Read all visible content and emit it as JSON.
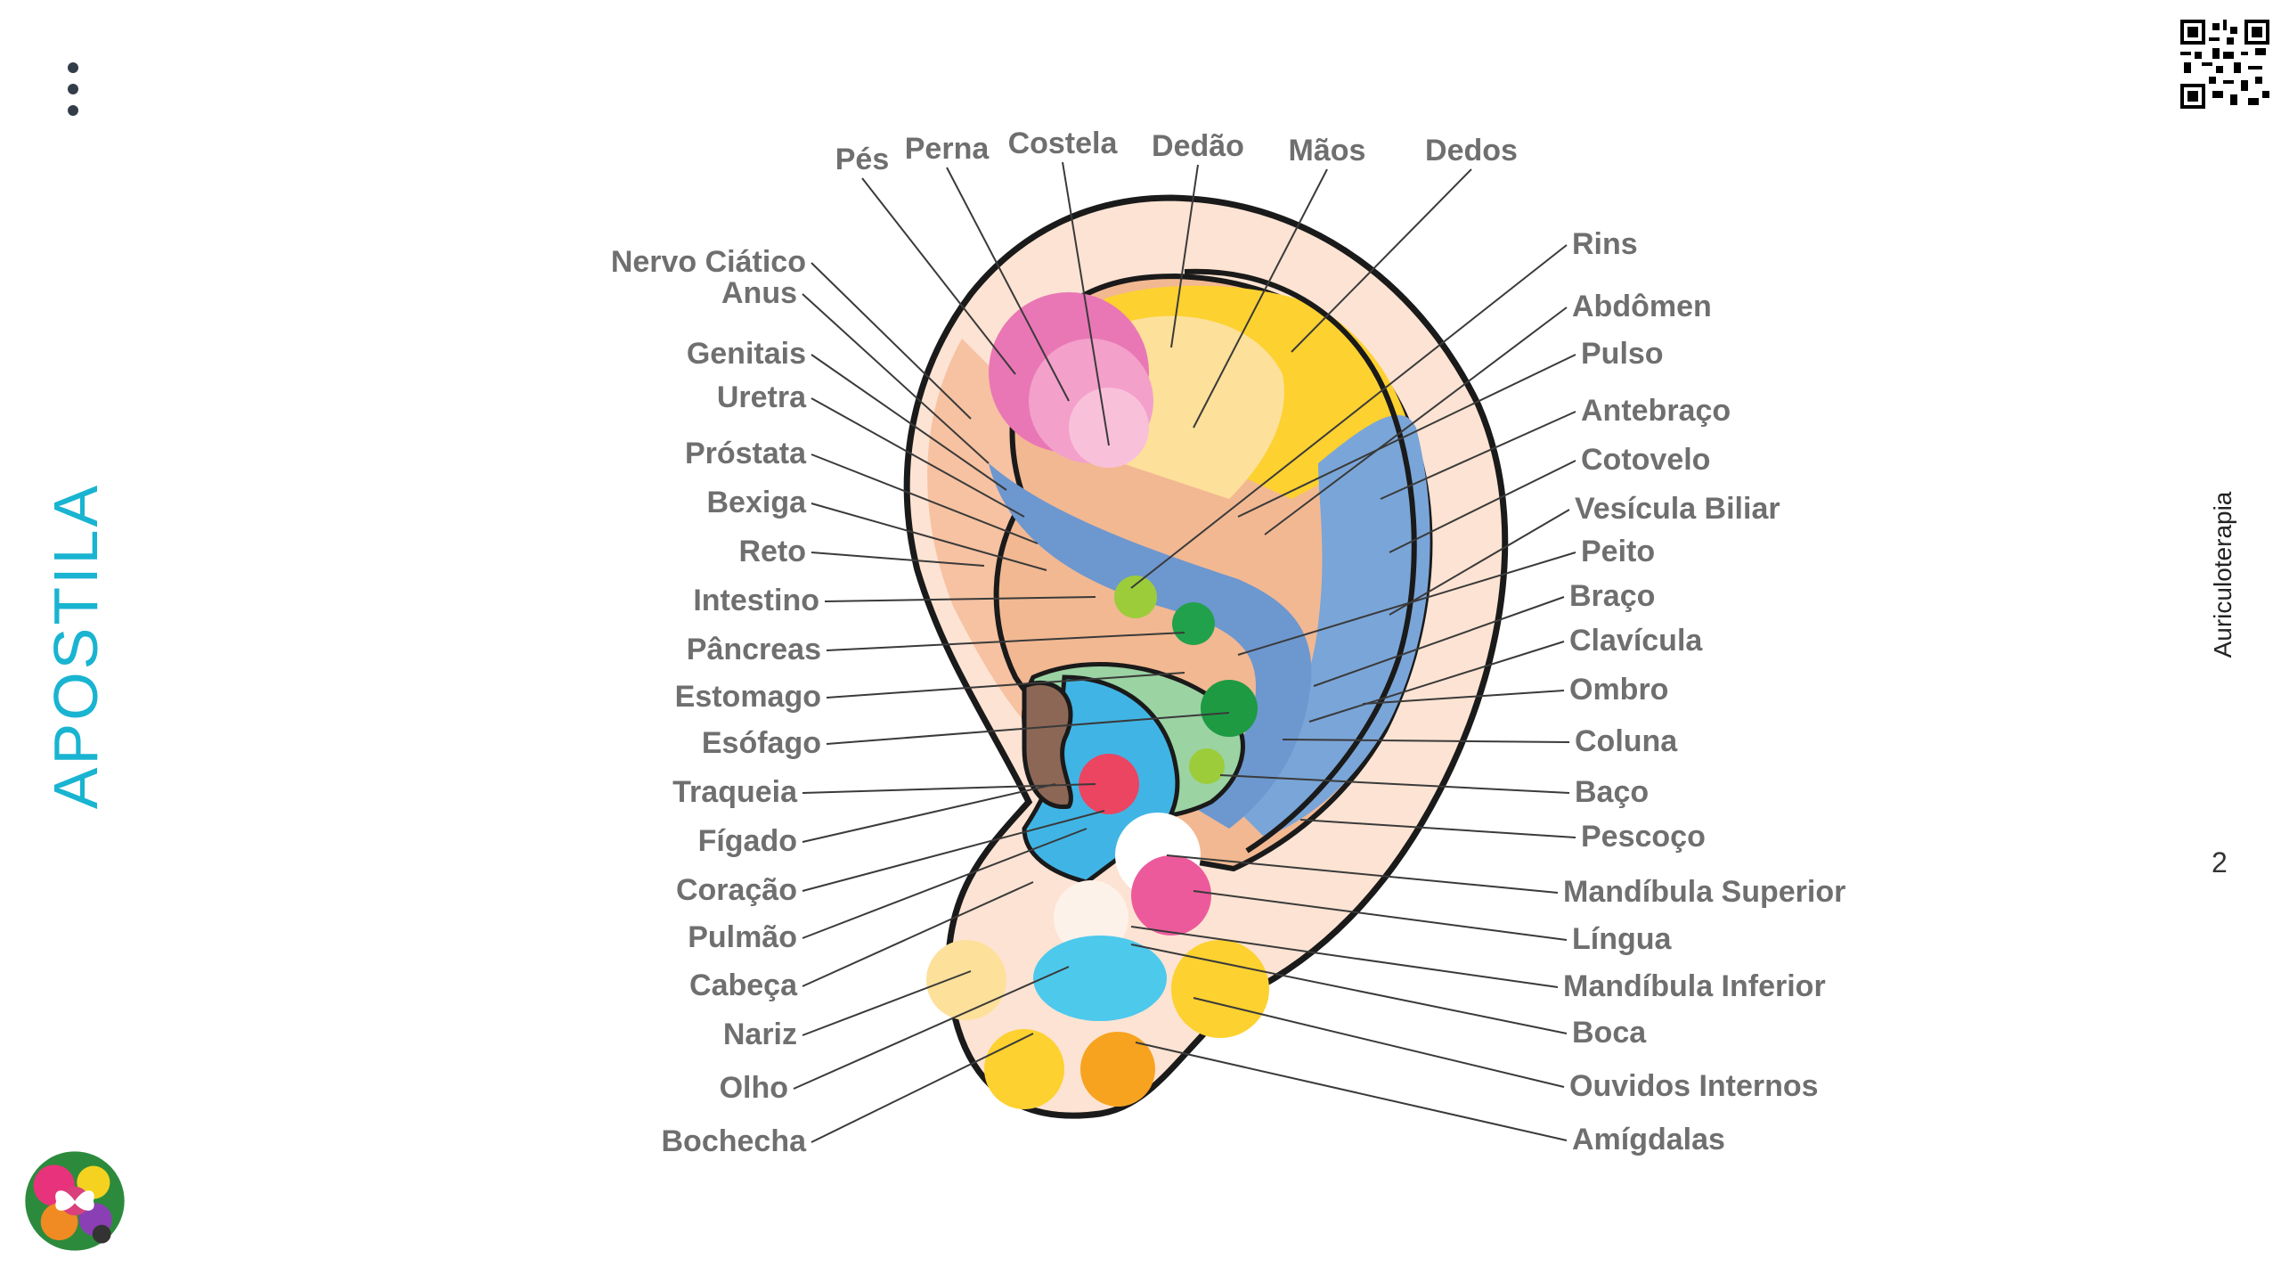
{
  "side_title": "APOSTILA",
  "side_subtitle": "Auriculoterapia",
  "page_number": "2",
  "icons": {
    "menu": "vertical-dots-icon",
    "qr": "qr-code-icon",
    "logo": "butterfly-flower-logo"
  },
  "colors": {
    "accent": "#19b4d1",
    "label": "#6f6f6f",
    "ear_outline": "#1a1a1a",
    "ear_skin": "#fde3d3",
    "pink": "#e977b5",
    "yellow": "#fdd12f",
    "blue": "#7aa5d8",
    "green": "#21a14b",
    "cyan": "#40c9ec"
  },
  "labels": {
    "top": [
      "Pés",
      "Perna",
      "Costela",
      "Dedão",
      "Mãos",
      "Dedos"
    ],
    "left": [
      "Nervo Ciático",
      "Anus",
      "Genitais",
      "Uretra",
      "Próstata",
      "Bexiga",
      "Reto",
      "Intestino",
      "Pâncreas",
      "Estomago",
      "Esófago",
      "Traqueia",
      "Fígado",
      "Coração",
      "Pulmão",
      "Cabeça",
      "Nariz",
      "Olho",
      "Bochecha"
    ],
    "right": [
      "Rins",
      "Abdômen",
      "Pulso",
      "Antebraço",
      "Cotovelo",
      "Vesícula Biliar",
      "Peito",
      "Braço",
      "Clavícula",
      "Ombro",
      "Coluna",
      "Baço",
      "Pescoço",
      "Mandíbula Superior",
      "Língua",
      "Mandíbula Inferior",
      "Boca",
      "Ouvidos Internos",
      "Amígdalas"
    ]
  }
}
